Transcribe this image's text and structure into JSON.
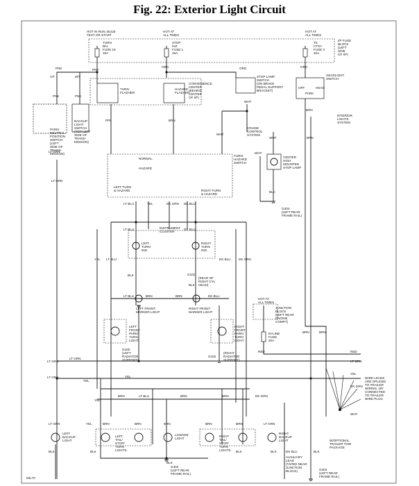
{
  "title": "Fig. 22: Exterior Light Circuit",
  "fuses": {
    "turn": [
      "HOT IN RUN, BULB",
      "TEST OR START",
      "TURN",
      "B/U",
      "FUSE 16",
      "15A"
    ],
    "stop": [
      "HOT AT",
      "ALL TIMES",
      "STOP",
      "/HZ",
      "FUSE 1",
      "15A"
    ],
    "tl": [
      "HOT AT",
      "ALL TIMES",
      "T/L",
      "CTSY",
      "FUSE 3",
      "20A"
    ],
    "ip_block": [
      "I/P FUSE",
      "BLOCK",
      "(LEFT",
      "SIDE",
      "OF I/P)"
    ]
  },
  "components": {
    "turn_flasher": [
      "TURN",
      "FLASHER"
    ],
    "convenience_center": [
      "CONVENIENCE",
      "CENTER",
      "(BEHIND",
      "CENTER",
      "OF I/P)"
    ],
    "hazard_flasher": [
      "HAZARD",
      "FLASHER"
    ],
    "stop_lamp_switch": [
      "STOP LAMP",
      "SWITCH",
      "(ON BRAKE",
      "PEDAL SUPPORT",
      "BRACKET)"
    ],
    "headlight_switch": [
      "HEADLIGHT",
      "SWITCH"
    ],
    "headlight_positions": [
      "OFF",
      "HEAD",
      "PARK"
    ],
    "interior_lights": [
      "INTERIOR",
      "LIGHTS",
      "SYSTEM"
    ],
    "park_neutral": [
      "PARK/",
      "NEUTRAL",
      "POSITION",
      "SWITCH",
      "(LEFT",
      "SIDE OF",
      "TRANS-",
      "MISSION)"
    ],
    "backup_switch": [
      "BACKUP",
      "LIGHT",
      "SWITCH",
      "(TOP LEFT",
      "SIDE OF",
      "TRANS-",
      "MISSION)"
    ],
    "cruise": [
      "CRUISE",
      "CONTROL",
      "SYSTEM"
    ],
    "chmsl": [
      "CENTER",
      "HIGH",
      "MOUNTED",
      "STOP LAMP"
    ],
    "turn_hazard_switch": [
      "TURN-",
      "HAZARD",
      "SWITCH"
    ],
    "switch_positions": [
      "NORMAL",
      "HAZARD",
      "LEFT TURN",
      "& HAZARD",
      "RIGHT TURN",
      "& HAZARD"
    ],
    "g404_top": [
      "G404",
      "(LEFT REAR",
      "FRAME RAIL)"
    ],
    "instrument_cluster": [
      "INSTRUMENT",
      "CLUSTER"
    ],
    "left_turn_ind": [
      "LEFT",
      "TURN",
      "IND."
    ],
    "right_turn_ind": [
      "RIGHT",
      "TURN",
      "IND."
    ],
    "g101": [
      "G101",
      "(REAR OF",
      "RIGHT CYL",
      "HEAD)"
    ],
    "left_marker": [
      "LEFT FRONT",
      "MARKER LIGHT"
    ],
    "right_marker": [
      "RIGHT FRONT",
      "MARKER LIGHT"
    ],
    "left_front_park": [
      "LEFT",
      "FRONT",
      "PARK/",
      "TURN",
      "LIGHT"
    ],
    "right_front_park": [
      "RIGHT",
      "FRONT",
      "PARK/",
      "TURN",
      "LIGHT"
    ],
    "g100": [
      "G100",
      "(LEFT",
      "RADIATOR",
      "SUPPORT)"
    ],
    "g102": [
      "G102",
      "(RIGHT",
      "RADIATOR",
      "SUPPORT)"
    ],
    "junction_block": [
      "HOT AT",
      "ALL TIMES",
      "JUNCTION",
      "BLOCK",
      "(LEFT REAR",
      "ENGINE",
      "COMPT)"
    ],
    "inline_fuse": [
      "IN-LINE",
      "FUSE",
      "20A"
    ],
    "wire_leads": [
      "WIRE LEADS",
      "ARE SPLICED",
      "TO TRAILER",
      "WIRING, OR",
      "CONNECTED",
      "TO TRAILER",
      "WIRE PLUG"
    ],
    "trailer_package": [
      "W/OPTIONAL",
      "TRAILER TOW",
      "PACKAGE"
    ],
    "left_backup": [
      "LEFT",
      "BACKUP",
      "LIGHT"
    ],
    "right_backup": [
      "RIGHT",
      "BACKUP",
      "LIGHT"
    ],
    "left_tail": [
      "LEFT",
      "TAIL/",
      "STOP/",
      "TURN",
      "LIGHTS"
    ],
    "license": [
      "LICENSE",
      "LIGHT"
    ],
    "right_tail": [
      "RIGHT",
      "TAIL/",
      "STOP/",
      "TURN",
      "LIGHTS"
    ],
    "g404_bottom_left": [
      "G404",
      "(LEFT REAR",
      "FRAME RAIL)"
    ],
    "aux_lead": [
      "AUXILIARY",
      "LEAD",
      "(TAPED NEAR",
      "JUNCTION",
      "BLOCK)"
    ],
    "g404_bottom_right": [
      "G404",
      "(LEFT REAR",
      "FRAME RAIL)"
    ],
    "footer_id": "93L70"
  },
  "wires": {
    "pnk": "PNK",
    "ppl": "PPL",
    "brn": "BRN",
    "wht": "WHT",
    "org": "ORG",
    "blk": "BLK",
    "lt_blu": "LT BLU",
    "lt_grn": "LT GRN",
    "dk_blu": "DK BLU",
    "dk_grn": "DK GRN",
    "yel": "YEL",
    "red": "RED",
    "at": "A/T",
    "mt": "M/T"
  }
}
